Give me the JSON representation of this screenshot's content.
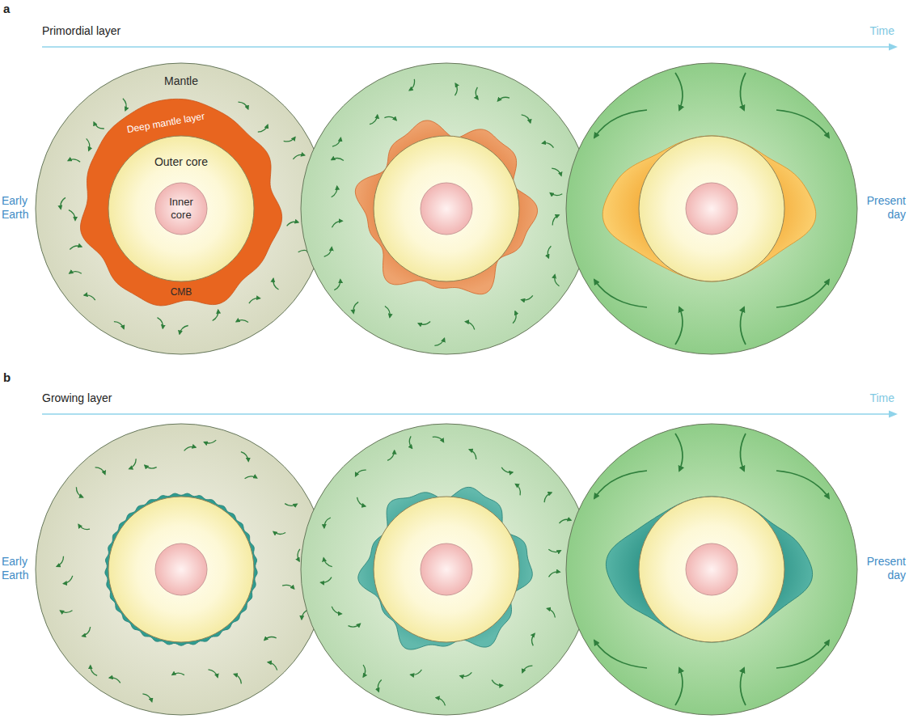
{
  "diagram": {
    "nodes": [
      {
        "text": [
          "Mantle"
        ]
      },
      {
        "text": [
          "Deep mantle layer"
        ],
        "in": 0
      },
      {
        "text": [
          "Outer core"
        ],
        "in": 1
      },
      {
        "text": [
          "Inner core"
        ],
        "in": 2
      }
    ],
    "labels": [
      "a",
      "Primordial layer",
      "Time",
      "Early Earth",
      "Present day",
      "CMB",
      "b",
      "Growing layer",
      "Time",
      "Early Earth",
      "Present day"
    ]
  }
}
